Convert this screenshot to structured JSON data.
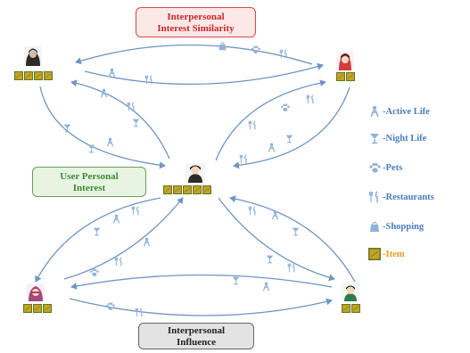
{
  "boxes": {
    "similarity": [
      "Interpersonal",
      "Interest Similarity"
    ],
    "personal": [
      "User Personal",
      "Interest"
    ],
    "influence": [
      "Interpersonal",
      "Influence"
    ]
  },
  "legend": [
    {
      "icon": "active-life-icon",
      "label": "-Active Life"
    },
    {
      "icon": "night-life-icon",
      "label": "-Night Life"
    },
    {
      "icon": "pets-icon",
      "label": "-Pets"
    },
    {
      "icon": "restaurants-icon",
      "label": "-Restaurants"
    },
    {
      "icon": "shopping-icon",
      "label": "-Shopping"
    },
    {
      "icon": "item-icon",
      "label": "-Item"
    }
  ],
  "users": [
    {
      "name": "user-top-left",
      "items": 4
    },
    {
      "name": "user-top-right",
      "items": 2
    },
    {
      "name": "user-center",
      "items": 5
    },
    {
      "name": "user-bottom-left",
      "items": 3
    },
    {
      "name": "user-bottom-right",
      "items": 2
    }
  ],
  "colors": {
    "arrow": "#6f95c4",
    "icon": "#8fb2d8",
    "item_fill": "#c9a227",
    "item_border": "#5d7a1f",
    "legend_text": "#4a7cc0",
    "item_text": "#e79a1e"
  }
}
